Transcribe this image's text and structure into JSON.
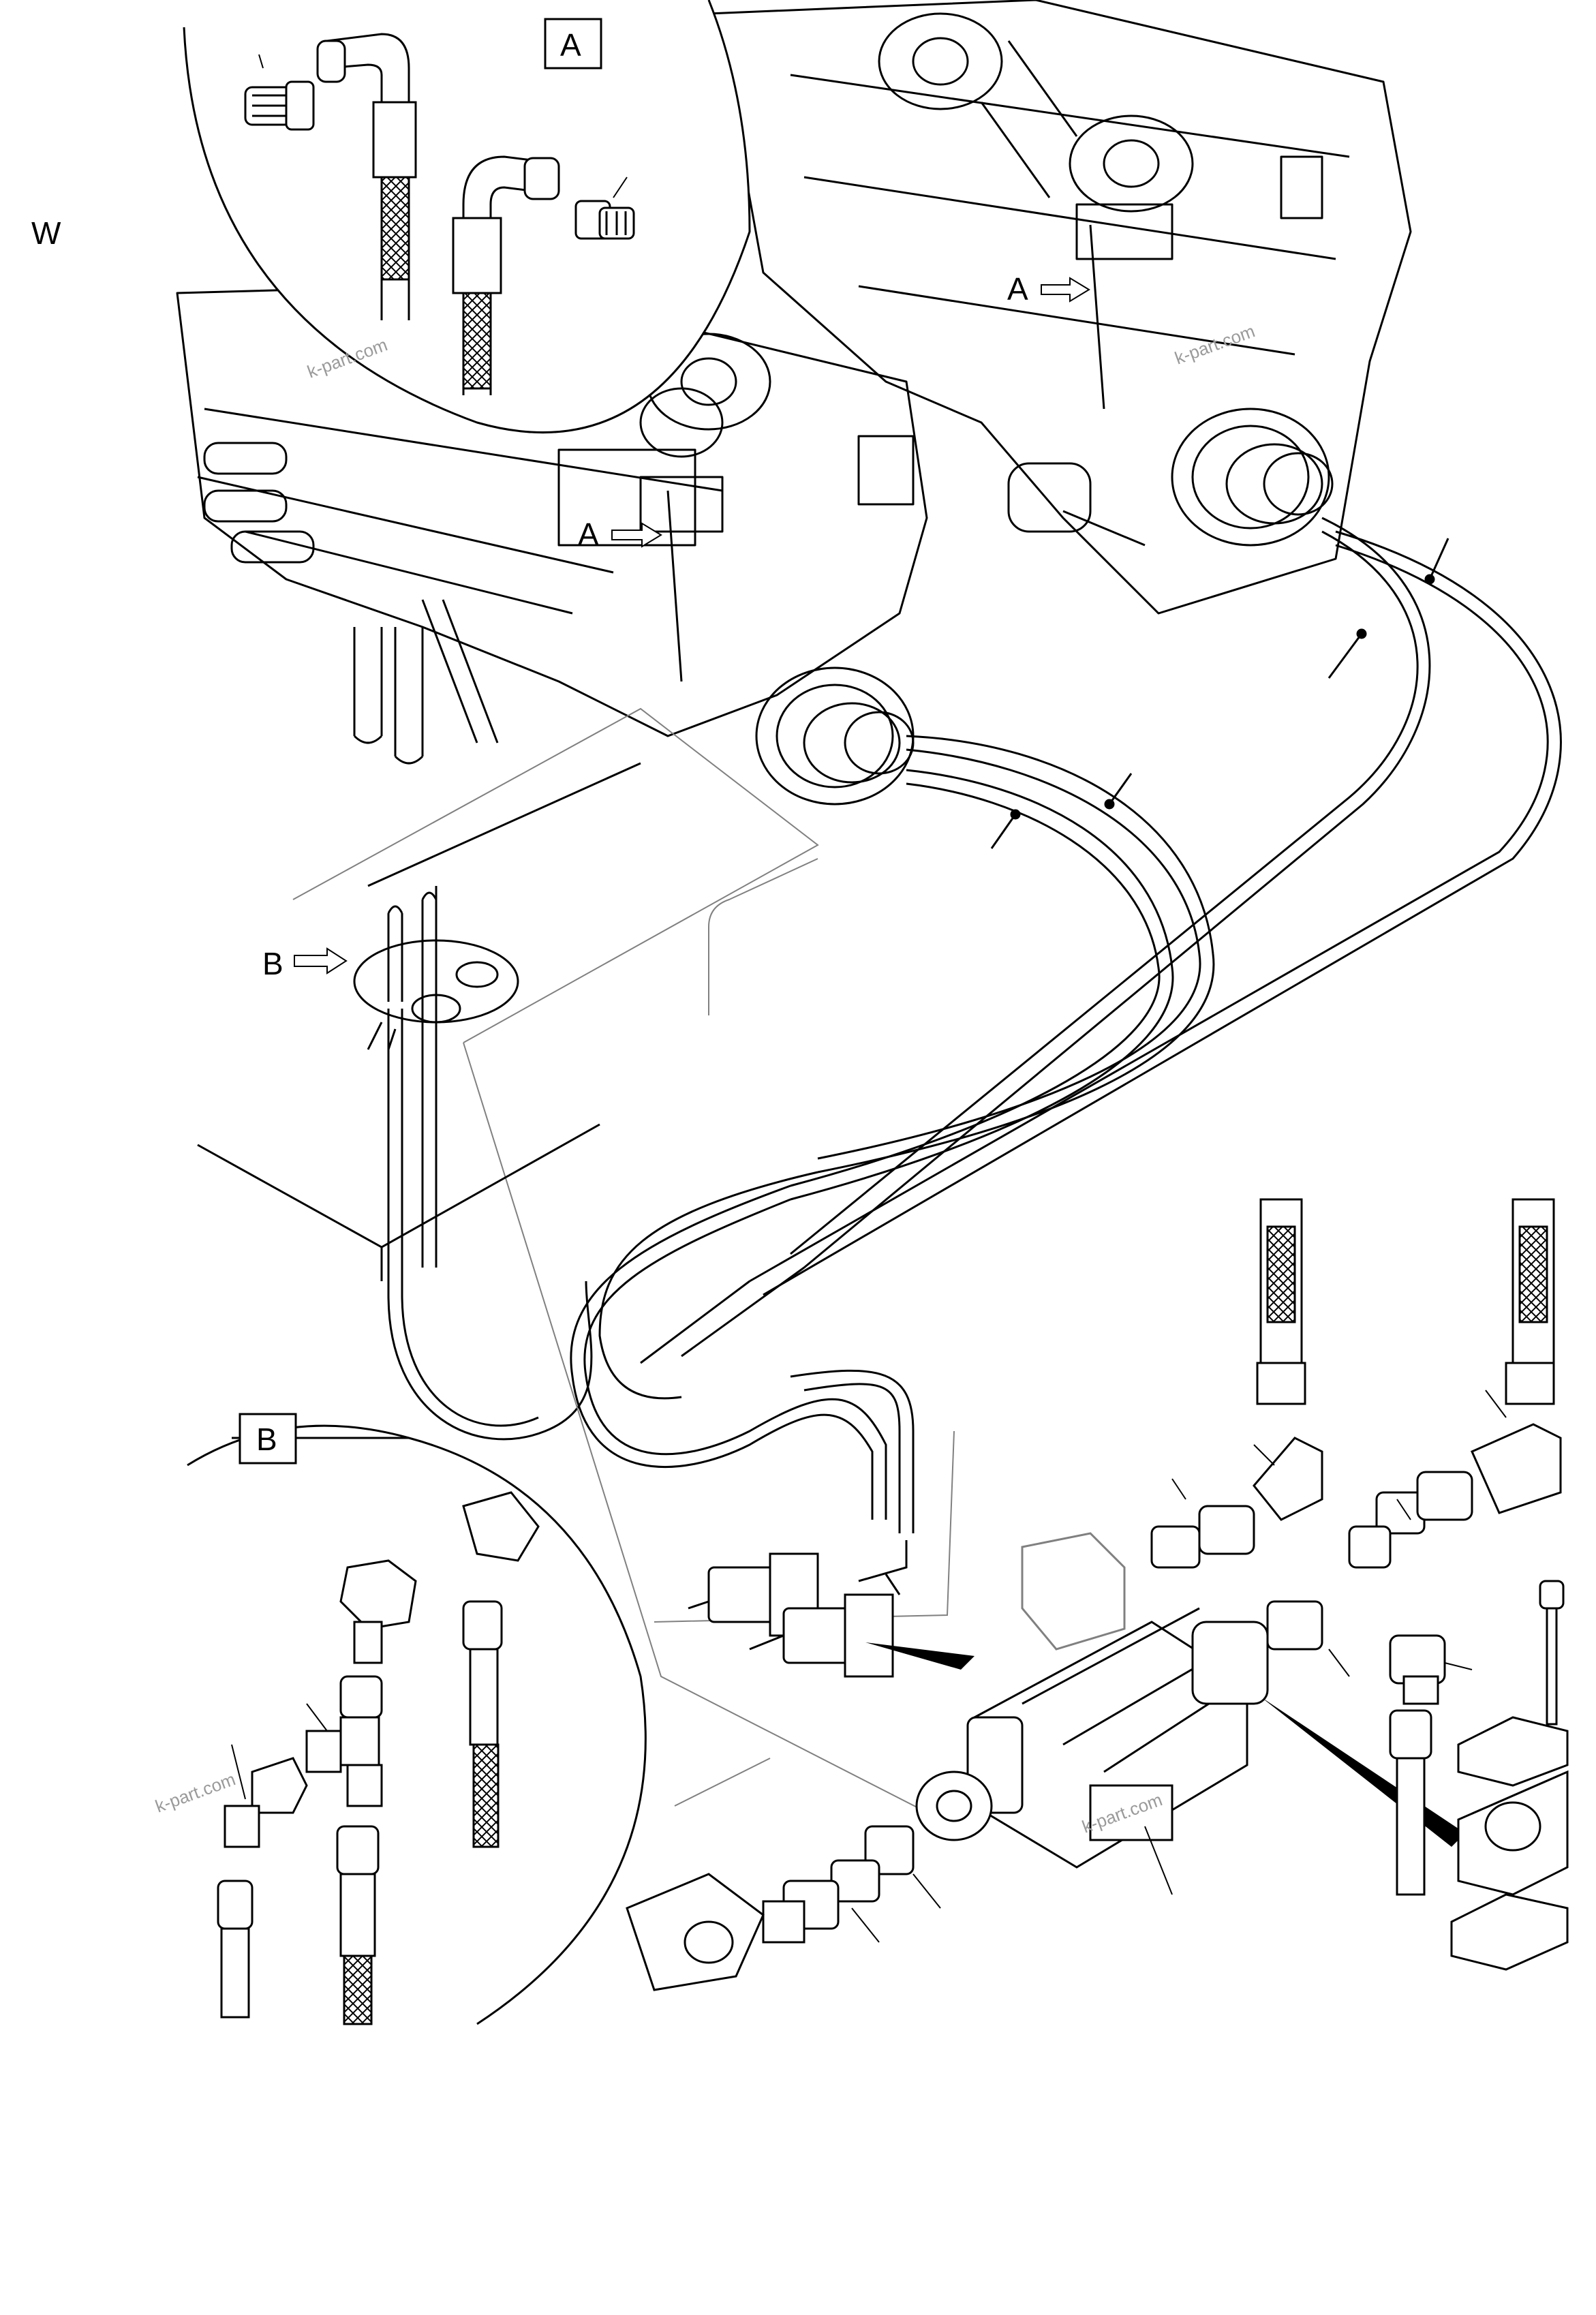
{
  "page_letter": "W",
  "detail_a": {
    "box_label": "A",
    "arrow_labels": [
      "A",
      "A"
    ]
  },
  "detail_b": {
    "box_label": "B",
    "arrow_label": "B"
  },
  "watermarks": [
    "k-part.com",
    "k-part.com",
    "k-part.com",
    "k-part.com"
  ],
  "colors": {
    "line": "#000000",
    "watermark": "#9a9a9a",
    "background": "#ffffff"
  },
  "hatch_pattern": "crosshatch"
}
